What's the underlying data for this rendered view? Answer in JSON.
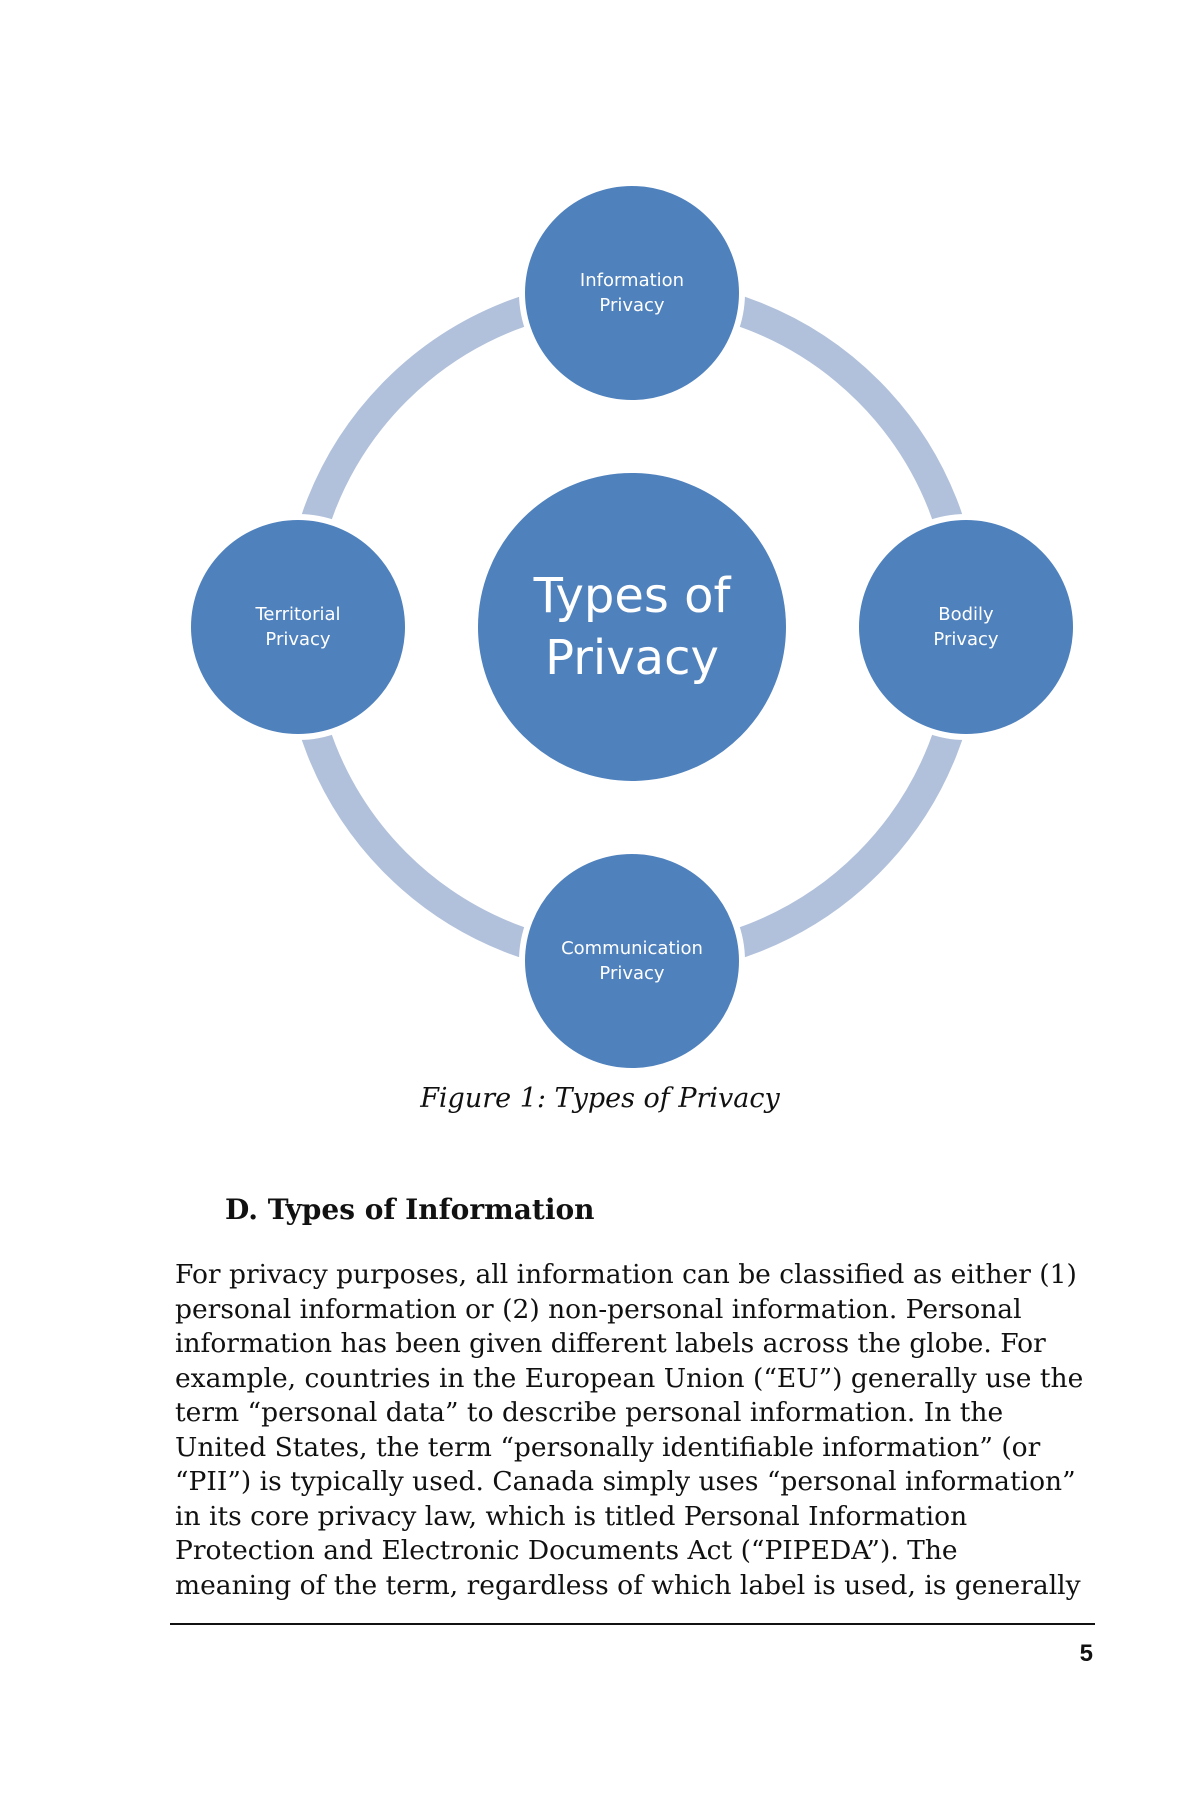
{
  "colors": {
    "node_fill": "#4f81bd",
    "node_border": "#ffffff",
    "ring": "#b1c1db",
    "text": "#111111"
  },
  "diagram": {
    "center": "Types of\nPrivacy",
    "nodes": {
      "top": "Information\nPrivacy",
      "right": "Bodily\nPrivacy",
      "bottom": "Communication\nPrivacy",
      "left": "Territorial\nPrivacy"
    }
  },
  "caption": "Figure 1: Types of Privacy",
  "section": {
    "heading": "D.  Types of Information",
    "body_lines": [
      "For privacy purposes, all information can be classified as either (1)",
      "personal information or (2) non-personal information.  Personal",
      "information has been given different labels across the globe.  For",
      "example, countries in the European Union (“EU”) generally use the",
      "term “personal data” to describe personal information.  In the",
      "United States, the term “personally identifiable information” (or",
      "“PII”) is typically used.  Canada simply uses “personal information”",
      "in its core privacy law, which is titled Personal Information",
      "Protection and Electronic Documents Act (“PIPEDA”).  The",
      "meaning of the term, regardless of which label is used, is generally"
    ]
  },
  "footer": {
    "page_number": "5"
  }
}
